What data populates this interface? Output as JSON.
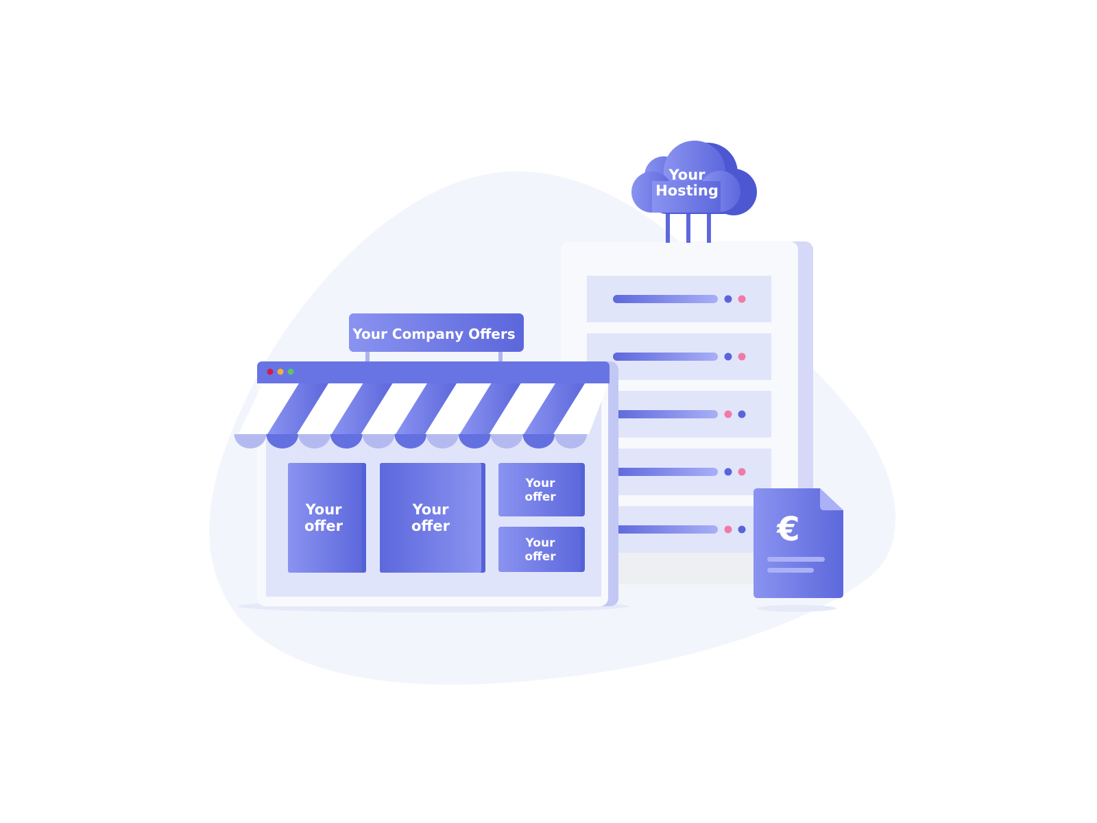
{
  "cloud": {
    "line1": "Your",
    "line2": "Hosting"
  },
  "sign": {
    "label": "Your Company Offers"
  },
  "shop": {
    "window_dots": [
      "close-dot",
      "minimize-dot",
      "maximize-dot"
    ],
    "offers": [
      {
        "line1": "Your",
        "line2": "offer"
      },
      {
        "line1": "Your",
        "line2": "offer"
      },
      {
        "line1": "Your",
        "line2": "offer"
      },
      {
        "line1": "Your",
        "line2": "offer"
      }
    ]
  },
  "server": {
    "rack_count": 5
  },
  "invoice": {
    "currency_symbol": "€"
  },
  "colors": {
    "accent": "#6874e3",
    "accent_light": "#8f97f1",
    "accent_dark": "#5a64da",
    "blob": "#f2f5fc",
    "panel": "#f8f9fd",
    "rack": "#e1e5fa",
    "pink": "#f07aa6",
    "dot_red": "#d31c4a",
    "dot_yellow": "#f2b13a",
    "dot_green": "#5cc564"
  }
}
